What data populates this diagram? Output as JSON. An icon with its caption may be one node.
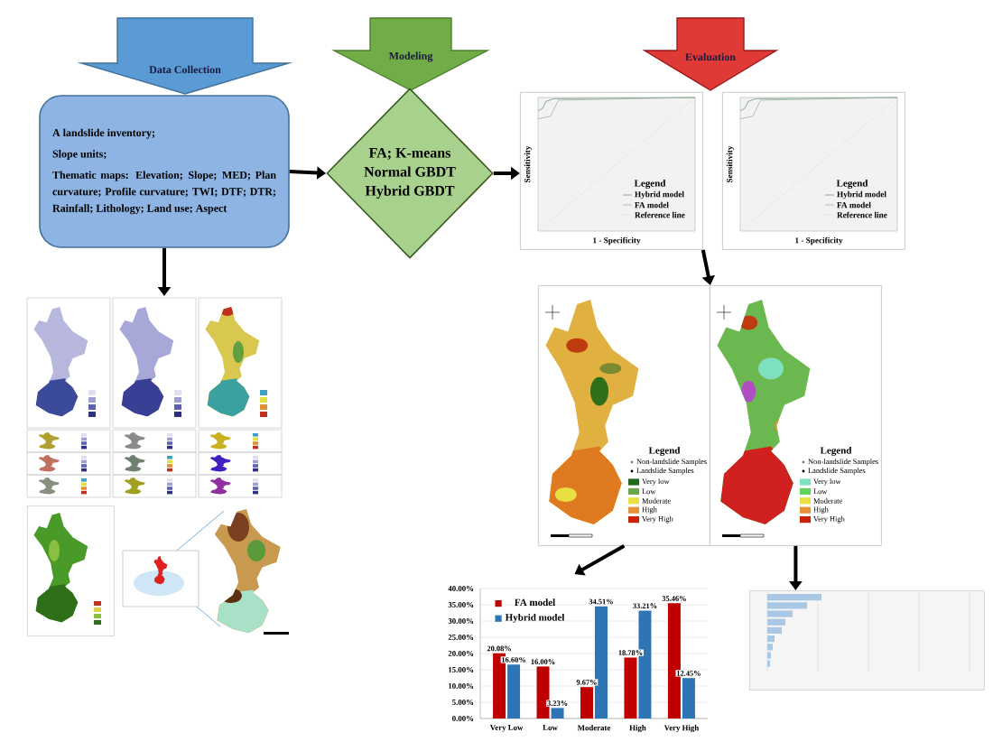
{
  "diagram": {
    "nodes": [
      {
        "text": [
          "Data Collection"
        ]
      },
      {
        "text": [
          "A landslide inventory;",
          "Slope units;",
          "Thematic maps: Elevation; Slope; MED; Plan curvature; Profile curvature; TWI; DTF; DTR; Rainfall; Lithology; Land use; Aspect"
        ]
      },
      {
        "text": [
          "Modeling"
        ]
      },
      {
        "text": [
          "FA; K-means",
          "Normal GBDT",
          "Hybrid GBDT"
        ]
      },
      {
        "text": [
          "Evaluation"
        ]
      },
      {
        "text": [
          "Sensitivity",
          "1 - Specificity",
          "Legend",
          "Hybrid model",
          "FA model",
          "Reference line"
        ]
      },
      {
        "text": [
          "Sensitivity",
          "1 - Specificity",
          "Legend",
          "Hybrid model",
          "FA model",
          "Reference line"
        ]
      },
      {
        "text": [],
        "shape": "picture"
      },
      {
        "text": [],
        "shape": "picture"
      },
      {
        "text": [],
        "shape": "picture"
      },
      {
        "text": [
          "Legend",
          "Non-landslide Samples",
          "Landslide Samples",
          "Very low",
          "Low",
          "Moderate",
          "High",
          "Very High"
        ]
      },
      {
        "text": [
          "Legend",
          "Non-landslide Samples",
          "Landslide Samples",
          "Very low",
          "Low",
          "Moderate",
          "High",
          "Very High"
        ]
      },
      {
        "text": [],
        "shape": "chart"
      },
      {
        "text": [],
        "shape": "chart"
      }
    ],
    "edges": [
      {
        "from": 1,
        "to": 3,
        "arrow": "to"
      },
      {
        "from": 3,
        "to": 5,
        "arrow": "to"
      },
      {
        "from": 1,
        "to": 7,
        "arrow": "to"
      },
      {
        "from": 5,
        "to": 10,
        "arrow": "to"
      },
      {
        "from": 10,
        "to": 12,
        "arrow": "to"
      },
      {
        "from": 11,
        "to": 13,
        "arrow": "to"
      }
    ],
    "chart_data": {
      "type": "bar",
      "categories": [
        "Very Low",
        "Low",
        "Moderate",
        "High",
        "Very High"
      ],
      "series": [
        {
          "name": "FA model",
          "color": "#c00000",
          "values": [
            20.08,
            16.0,
            9.67,
            18.78,
            35.46
          ]
        },
        {
          "name": "Hybrid model",
          "color": "#2e75b6",
          "values": [
            16.6,
            3.23,
            34.51,
            33.21,
            12.45
          ]
        }
      ],
      "ylim": [
        0,
        40
      ],
      "grid": true,
      "legend": "upper left",
      "yticks": [
        {
          "value": 0,
          "label": "0.00%"
        },
        {
          "value": 5,
          "label": "5.00%"
        },
        {
          "value": 10,
          "label": "10.00%"
        },
        {
          "value": 15,
          "label": "15.00%"
        },
        {
          "value": 20,
          "label": "20.00%"
        },
        {
          "value": 25,
          "label": "25.00%"
        },
        {
          "value": 30,
          "label": "30.00%"
        },
        {
          "value": 35,
          "label": "35.00%"
        },
        {
          "value": 40,
          "label": "40.00%"
        }
      ],
      "value_labels": [
        [
          "20.08%",
          "16.00%",
          "9.67%",
          "18.78%",
          "35.46%"
        ],
        [
          "16.60%",
          "3.23%",
          "34.51%",
          "33.21%",
          "12.45%"
        ]
      ]
    }
  }
}
